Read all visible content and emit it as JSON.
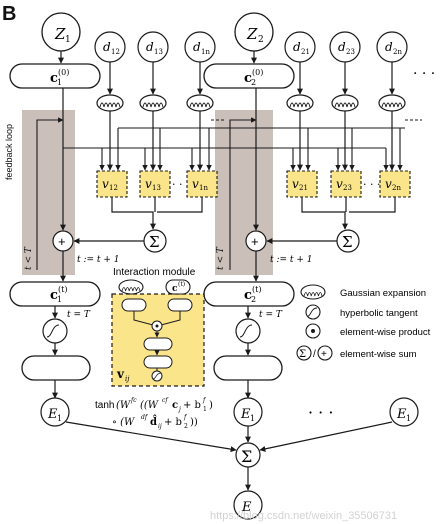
{
  "panel_label": "B",
  "atoms": {
    "left": {
      "z": "Z",
      "z_sub": "1",
      "c_init": "c",
      "c_init_sub": "1",
      "c_init_sup": "(0)",
      "d_nodes": [
        {
          "d": "d",
          "sub": "12"
        },
        {
          "d": "d",
          "sub": "13"
        },
        {
          "d": "d",
          "sub": "1n"
        }
      ],
      "v_nodes": [
        {
          "v": "v",
          "sub": "12"
        },
        {
          "v": "v",
          "sub": "13"
        },
        {
          "v": "v",
          "sub": "1n"
        }
      ],
      "c_t": "c",
      "c_t_sub": "1",
      "c_t_sup": "(t)",
      "e": "E",
      "e_sub": "1"
    },
    "right": {
      "z": "Z",
      "z_sub": "2",
      "c_init": "c",
      "c_init_sub": "2",
      "c_init_sup": "(0)",
      "d_nodes": [
        {
          "d": "d",
          "sub": "21"
        },
        {
          "d": "d",
          "sub": "23"
        },
        {
          "d": "d",
          "sub": "2n"
        }
      ],
      "v_nodes": [
        {
          "v": "v",
          "sub": "21"
        },
        {
          "v": "v",
          "sub": "23"
        },
        {
          "v": "v",
          "sub": "2n"
        }
      ],
      "c_t": "c",
      "c_t_sub": "2",
      "c_t_sup": "(t)",
      "e": "E",
      "e_sub": "1"
    },
    "far_e": {
      "e": "E",
      "e_sub": "1"
    }
  },
  "ellipsis_top": "· · ·",
  "ellipsis_v": "· · ·",
  "ellipsis_e": "· · ·",
  "feedback_loop": "feedback loop",
  "t_less_T": "t < T",
  "t_update": "t := t + 1",
  "t_equal_T": "t = T",
  "interaction_module": {
    "title": "Interaction module",
    "c_in": "c",
    "c_in_sup": "(t)",
    "label_v": "v",
    "label_v_sub": "ij"
  },
  "formula": {
    "line1_a": "tanh",
    "line1_b": "(W",
    "line1_b_sup": "fc",
    "line1_c": "((W",
    "line1_c_sup": "cf",
    "line1_d": "c",
    "line1_d_sub": "j",
    "line1_e": " + b",
    "line1_e_sup": "f",
    "line1_e_sub": "1",
    "line1_f": ")",
    "line2_a": "∘ (W",
    "line2_a_sup": "df",
    "line2_b": "d̂",
    "line2_b_sub": "ij",
    "line2_c": " + b",
    "line2_c_sup": "f",
    "line2_c_sub": "2",
    "line2_d": "))"
  },
  "legend": [
    {
      "icon": "gaussian-expansion-icon",
      "label": "Gaussian expansion"
    },
    {
      "icon": "hyperbolic-tangent-icon",
      "label": "hyperbolic tangent"
    },
    {
      "icon": "elementwise-product-icon",
      "label": "element-wise product"
    },
    {
      "icon": "elementwise-sum-icon",
      "label": "element-wise sum",
      "separator": "/"
    }
  ],
  "sum_symbol": "Σ",
  "plus_symbol": "+",
  "output": {
    "e": "E"
  },
  "watermark": "https://blog.csdn.net/weixin_35506731",
  "colors": {
    "highlight_yellow": "#fbe58a",
    "loop_band": "#cbbfba",
    "stroke": "#1a1a1a"
  }
}
